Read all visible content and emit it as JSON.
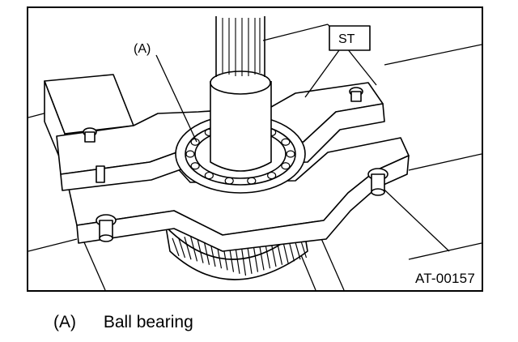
{
  "figure": {
    "callouts": {
      "a": "(A)",
      "st": "ST"
    },
    "figure_id": "AT-00157"
  },
  "legend": [
    {
      "key": "(A)",
      "text": "Ball bearing"
    }
  ]
}
